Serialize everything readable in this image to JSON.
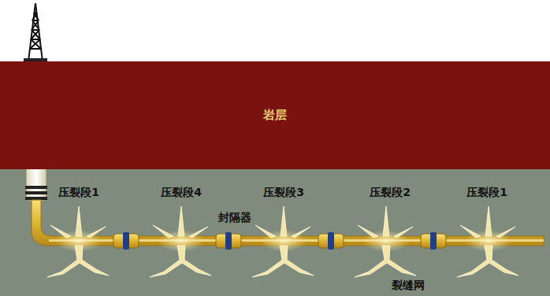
{
  "diagram": {
    "nodes": [
      {
        "text": [
          "岩层"
        ]
      }
    ],
    "labels": [
      "压裂段1",
      "压裂段4",
      "压裂段3",
      "压裂段2",
      "压裂段1",
      "封隔器",
      "裂缝网"
    ]
  }
}
